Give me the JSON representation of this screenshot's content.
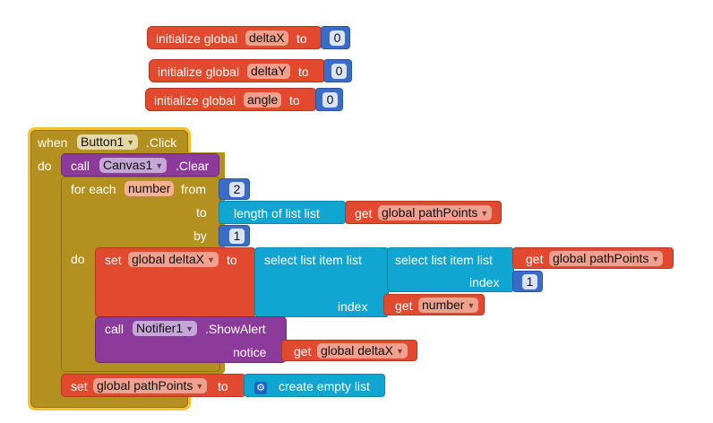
{
  "globals": [
    {
      "prefix": "initialize global",
      "name": "deltaX",
      "to": "to",
      "value": "0"
    },
    {
      "prefix": "initialize global",
      "name": "deltaY",
      "to": "to",
      "value": "0"
    },
    {
      "prefix": "initialize global",
      "name": "angle",
      "to": "to",
      "value": "0"
    }
  ],
  "event": {
    "when": "when",
    "component": "Button1",
    "event": ".Click",
    "do": "do"
  },
  "canvas_clear": {
    "call": "call",
    "component": "Canvas1",
    "method": ".Clear"
  },
  "foreach": {
    "label": "for each",
    "var": "number",
    "from": "from",
    "from_value": "2",
    "to": "to",
    "length_label": "length of list  list",
    "get": "get",
    "list_var": "global pathPoints",
    "by": "by",
    "by_value": "1",
    "do": "do"
  },
  "set_deltax": {
    "set": "set",
    "var": "global deltaX",
    "to": "to",
    "select_outer": "select list item  list",
    "select_inner": "select list item  list",
    "get": "get",
    "list_var": "global pathPoints",
    "index": "index",
    "inner_index_value": "1",
    "outer_index": "index",
    "index_get": "get",
    "index_var": "number"
  },
  "show_alert": {
    "call": "call",
    "component": "Notifier1",
    "method": ".ShowAlert",
    "notice": "notice",
    "get": "get",
    "var": "global deltaX"
  },
  "set_path": {
    "set": "set",
    "var": "global pathPoints",
    "to": "to",
    "create": "create empty list"
  },
  "colors": {
    "variables": "#e24a2f",
    "math": "#3b6cc7",
    "lists": "#11a5d2",
    "components": "#8d3b9a",
    "control": "#b3901f",
    "event_border": "#f6c12e"
  }
}
